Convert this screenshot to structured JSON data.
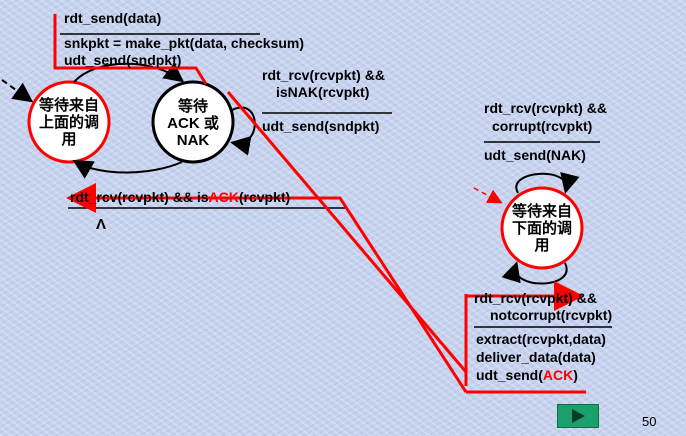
{
  "sender": {
    "state_wait_above": "等待来自上面的调用",
    "state_wait_ack": "等待ACK 或NAK",
    "ack_wait_line1": "等待",
    "ack_wait_line2": "ACK 或",
    "ack_wait_line3": "NAK",
    "top_transition": {
      "event": "rdt_send(data)",
      "action1": "snkpkt = make_pkt(data, checksum)",
      "action2": "udt_send(sndpkt)"
    },
    "nak_transition": {
      "event_line1": "rdt_rcv(rcvpkt) &&",
      "event_line2": "isNAK(rcvpkt)",
      "action": "udt_send(sndpkt)"
    },
    "ack_transition": {
      "event_prefix": "rdt_rcv(rcvpkt) && is",
      "event_highlight": "ACK",
      "event_suffix": "(rcvpkt)",
      "action": "Λ"
    }
  },
  "receiver": {
    "state_wait_below": "等待来自下面的调用",
    "corrupt_transition": {
      "event_line1": "rdt_rcv(rcvpkt) &&",
      "event_line2": "corrupt(rcvpkt)",
      "action": "udt_send(NAK)"
    },
    "notcorrupt_transition": {
      "event_line1": "rdt_rcv(rcvpkt) &&",
      "event_line2": "notcorrupt(rcvpkt)",
      "action1": "extract(rcvpkt,data)",
      "action2": "deliver_data(data)",
      "action3_prefix": "udt_send(",
      "action3_highlight": "ACK",
      "action3_suffix": ")"
    }
  },
  "footer": {
    "page_number": "50"
  },
  "colors": {
    "highlight": "#ff0000",
    "state_border": "#ff0000",
    "button": "#1aa06a"
  }
}
